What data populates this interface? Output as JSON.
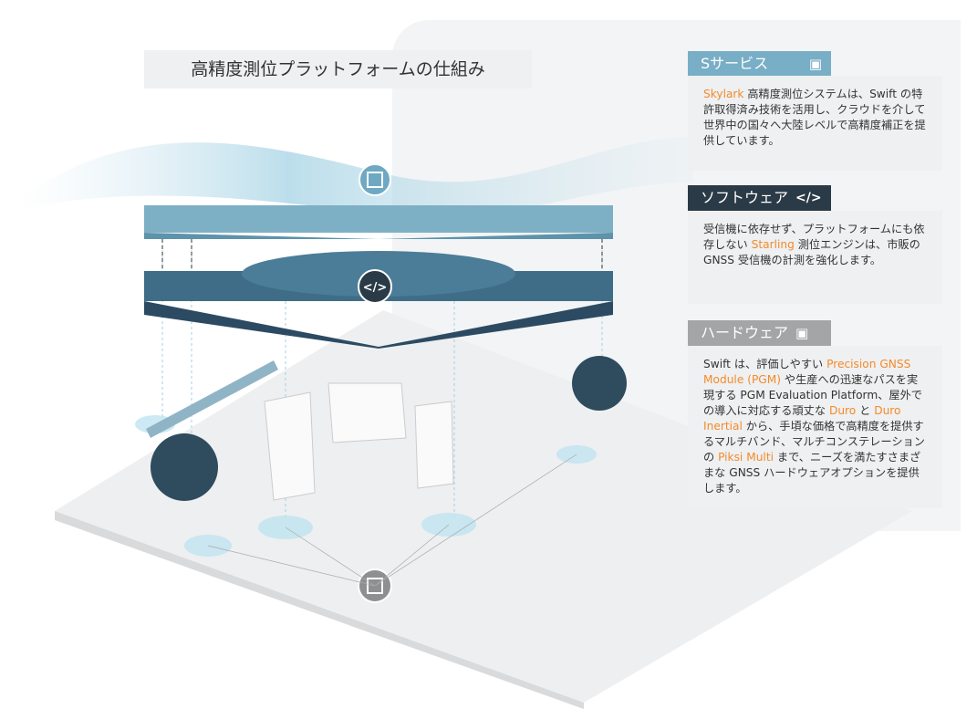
{
  "title": "高精度測位プラットフォームの仕組み",
  "services": {
    "header": "Sサービス",
    "icon": "cloud-chip-icon",
    "body": [
      {
        "t": "Skylark",
        "h": true
      },
      {
        "t": " 高精度測位システムは、Swift の特許取得済み技術を活用し、クラウドを介して世界中の国々へ大陸レベルで高精度補正を提供しています。",
        "h": false
      }
    ]
  },
  "software": {
    "header": "ソフトウェア",
    "icon_text": "</>",
    "body": [
      {
        "t": "受信機に依存せず、プラットフォームにも依存しない ",
        "h": false
      },
      {
        "t": "Starling",
        "h": true
      },
      {
        "t": " 測位エンジンは、市販の GNSS 受信機の計測を強化します。",
        "h": false
      }
    ]
  },
  "hardware": {
    "header": "ハードウェア",
    "icon": "chip-icon",
    "body": [
      {
        "t": "Swift は、評価しやすい ",
        "h": false
      },
      {
        "t": "Precision GNSS Module (PGM)",
        "h": true
      },
      {
        "t": " や生産への迅速なパスを実現する PGM Evaluation Platform、屋外での導入に対応する頑丈な ",
        "h": false
      },
      {
        "t": "Duro",
        "h": true
      },
      {
        "t": " と ",
        "h": false
      },
      {
        "t": "Duro Inertial",
        "h": true
      },
      {
        "t": " から、手頃な価格で高精度を提供するマルチバンド、マルチコンステレーションの ",
        "h": false
      },
      {
        "t": "Piksi Multi",
        "h": true
      },
      {
        "t": " まで、ニーズを満たすさまざまな GNSS ハードウェアオプションを提供します。",
        "h": false
      }
    ]
  },
  "colors": {
    "service": "#78aec6",
    "software": "#2b3a47",
    "hardware": "#a3a5a7",
    "highlight": "#f58a2a"
  }
}
